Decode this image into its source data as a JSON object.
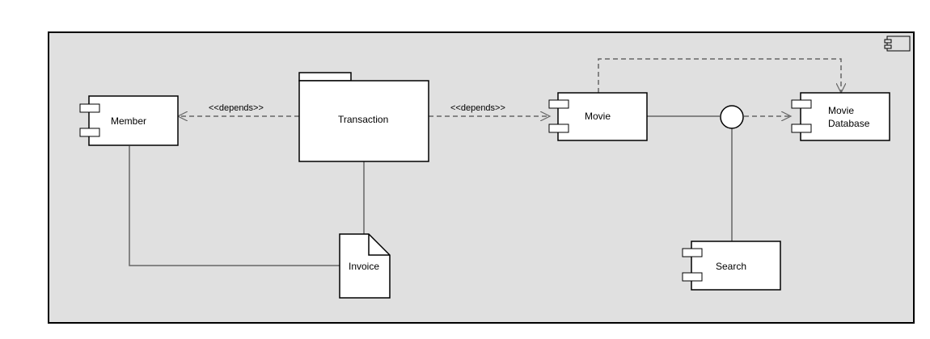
{
  "components": {
    "member": "Member",
    "transaction": "Transaction",
    "movie": "Movie",
    "movie_database_line1": "Movie",
    "movie_database_line2": "Database",
    "search": "Search",
    "invoice": "Invoice"
  },
  "relations": {
    "member_dependency": "<<depends>>",
    "movie_dependency": "<<depends>>"
  },
  "colors": {
    "frame_fill": "#e0e0e0",
    "box_fill": "#ffffff",
    "stroke": "#000000",
    "connector": "#666666"
  }
}
